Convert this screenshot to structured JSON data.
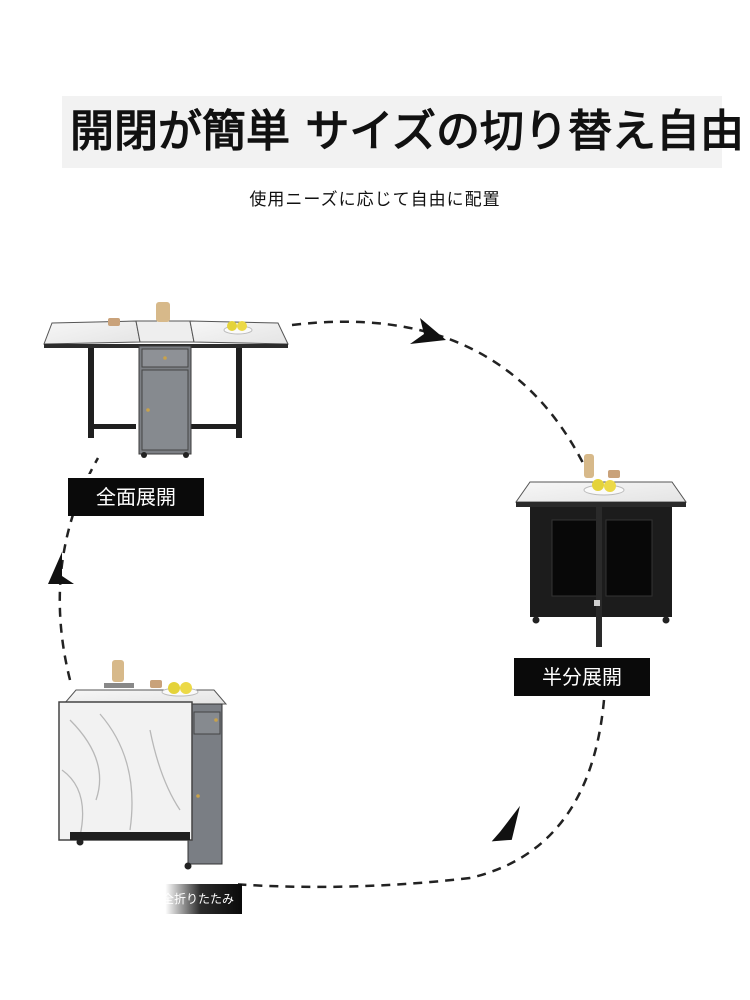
{
  "header": {
    "title": "開閉が簡単 サイズの切り替え自由",
    "subtitle": "使用ニーズに応じて自由に配置"
  },
  "modes": {
    "full": "全面展開",
    "half": "半分展開",
    "folded": "完全折りたたみ"
  }
}
